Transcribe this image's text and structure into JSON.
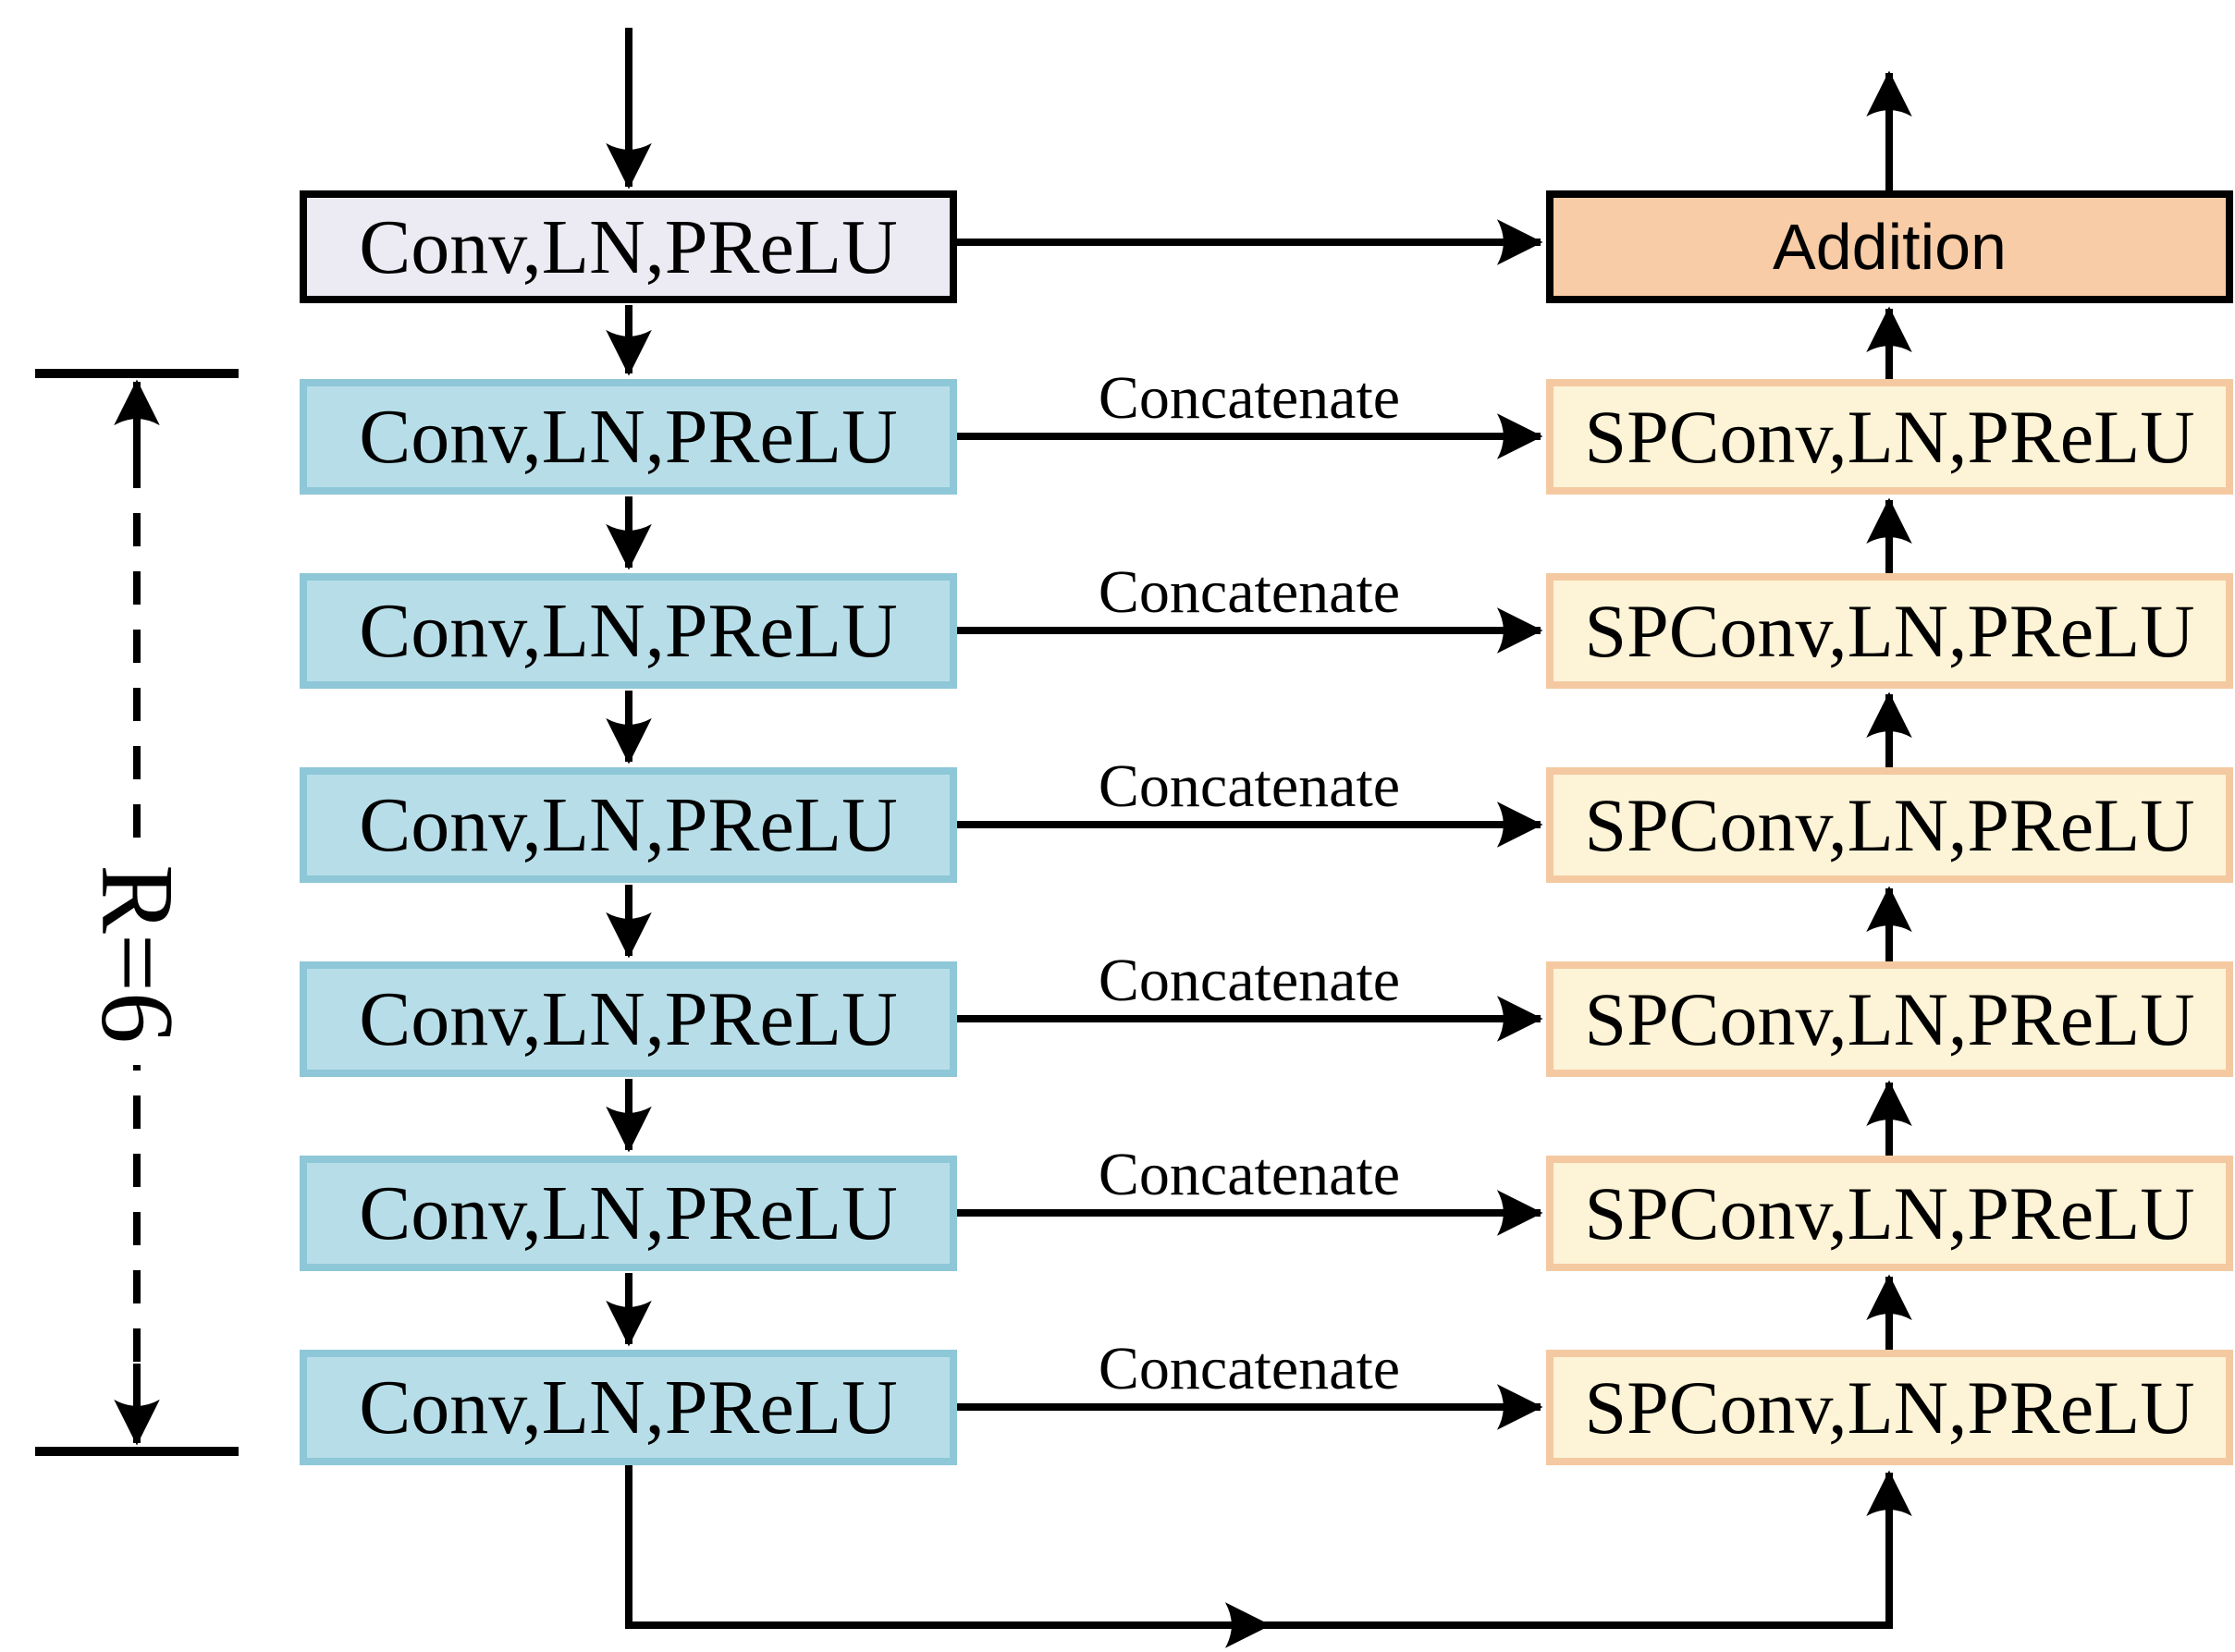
{
  "diagram": {
    "title_block": "Conv,LN,PReLU",
    "addition_block": "Addition",
    "repeat_label": "R=6",
    "rows": [
      {
        "left": "Conv,LN,PReLU",
        "connector": "Concatenate",
        "right": "SPConv,LN,PReLU"
      },
      {
        "left": "Conv,LN,PReLU",
        "connector": "Concatenate",
        "right": "SPConv,LN,PReLU"
      },
      {
        "left": "Conv,LN,PReLU",
        "connector": "Concatenate",
        "right": "SPConv,LN,PReLU"
      },
      {
        "left": "Conv,LN,PReLU",
        "connector": "Concatenate",
        "right": "SPConv,LN,PReLU"
      },
      {
        "left": "Conv,LN,PReLU",
        "connector": "Concatenate",
        "right": "SPConv,LN,PReLU"
      },
      {
        "left": "Conv,LN,PReLU",
        "connector": "Concatenate",
        "right": "SPConv,LN,PReLU"
      }
    ]
  },
  "colors": {
    "bg": "#FFFFFF",
    "line": "#000000",
    "gray_fill": "#ECEAF2",
    "peach_fill": "#F8CCA6",
    "blue_fill": "#B7DEE8",
    "blue_border": "#8EC7D7",
    "yellow_fill": "#FDF3D6",
    "yellow_border": "#F4C9A1"
  }
}
